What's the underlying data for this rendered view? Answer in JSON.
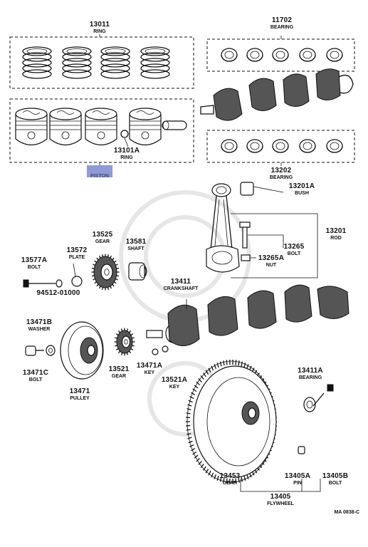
{
  "labels": {
    "ring": {
      "num": "13011",
      "name": "RING"
    },
    "bearing_upper": {
      "num": "11702",
      "name": "BEARING"
    },
    "ring_snap": {
      "num": "13101A",
      "name": "RING"
    },
    "bearing_lower": {
      "num": "13202",
      "name": "BEARING"
    },
    "bush": {
      "num": "13201A",
      "name": "BUSH"
    },
    "rod": {
      "num": "13201",
      "name": "ROD"
    },
    "rod_bolt": {
      "num": "13265",
      "name": "BOLT"
    },
    "rod_nut": {
      "num": "13265A",
      "name": "NUT"
    },
    "gear_13525": {
      "num": "13525",
      "name": "GEAR"
    },
    "shaft_13581": {
      "num": "13581",
      "name": "SHAFT"
    },
    "bolt_13577a": {
      "num": "13577A",
      "name": "BOLT"
    },
    "plate_13572": {
      "num": "13572",
      "name": "PLATE"
    },
    "part_94512": {
      "num": "94512-01000",
      "name": ""
    },
    "crankshaft": {
      "num": "13411",
      "name": "CRANKSHAFT"
    },
    "washer_13471b": {
      "num": "13471B",
      "name": "WASHER"
    },
    "bolt_13471c": {
      "num": "13471C",
      "name": "BOLT"
    },
    "pulley": {
      "num": "13471",
      "name": "PULLEY"
    },
    "gear_13521": {
      "num": "13521",
      "name": "GEAR"
    },
    "key_13471a": {
      "num": "13471A",
      "name": "KEY"
    },
    "key_13521a": {
      "num": "13521A",
      "name": "KEY"
    },
    "bearing_13411a": {
      "num": "13411A",
      "name": "BEARING"
    },
    "gear_13453": {
      "num": "13453",
      "name": "GEAR"
    },
    "pin_13405a": {
      "num": "13405A",
      "name": "PIN"
    },
    "bolt_13405b": {
      "num": "13405B",
      "name": "BOLT"
    },
    "flywheel": {
      "num": "13405",
      "name": "FLYWHEEL"
    }
  },
  "highlight": {
    "text": "PISTON",
    "color": "#8f9bd9"
  },
  "figure_code": "MA 0838-C"
}
